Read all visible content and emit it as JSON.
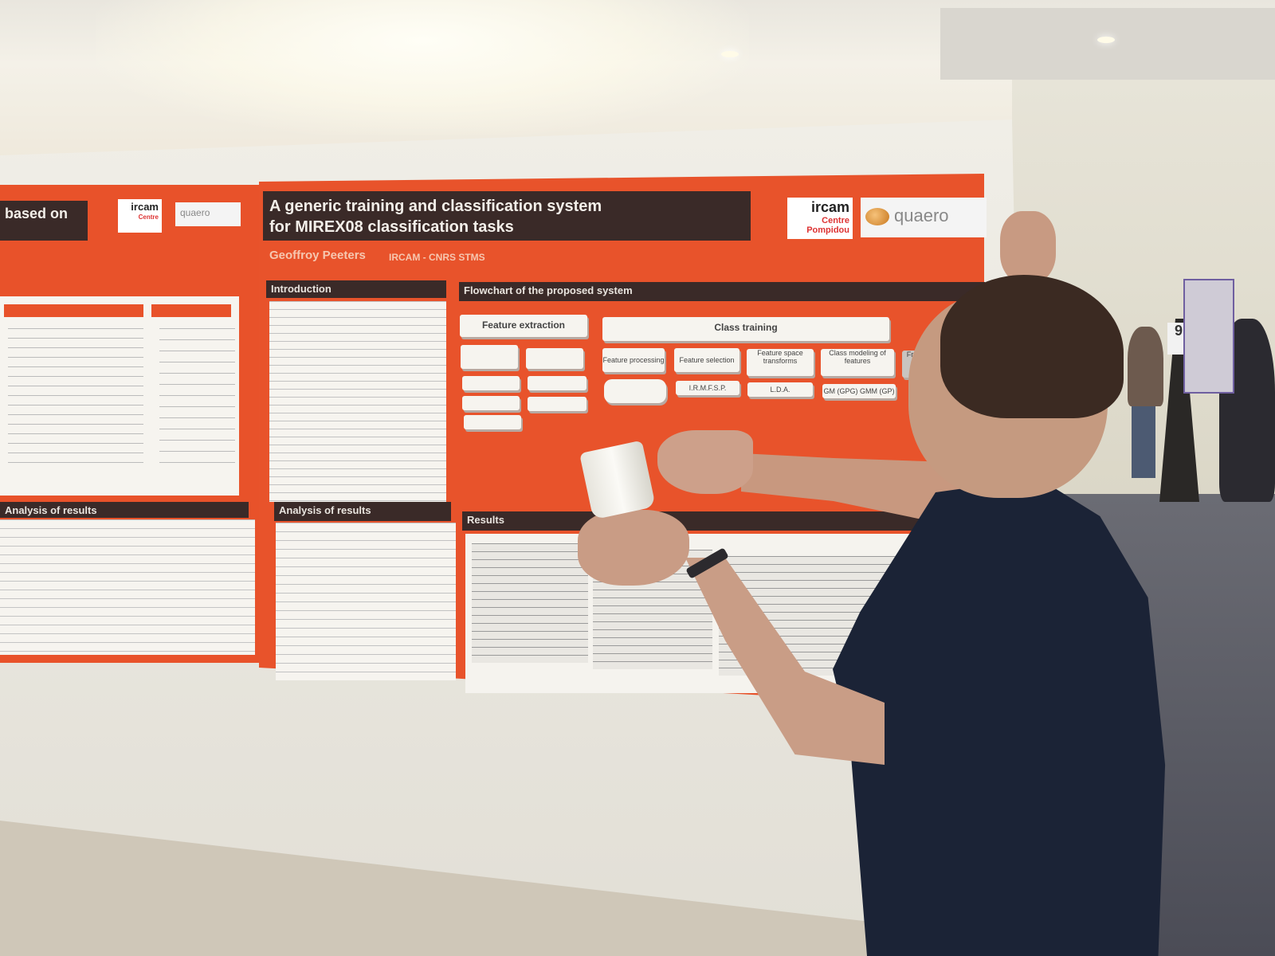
{
  "poster_left": {
    "title_fragment": "based on",
    "section_results": "Analysis of results"
  },
  "poster_main": {
    "title_line1": "A generic training and classification system",
    "title_line2": "for MIREX08 classification tasks",
    "author": "Geoffroy Peeters",
    "affiliation": "IRCAM - CNRS STMS",
    "section_intro": "Introduction",
    "section_flowchart": "Flowchart of the proposed system",
    "section_analysis": "Analysis of results",
    "section_results": "Results",
    "flow_feature_extraction": "Feature extraction",
    "flow_class_training": "Class training",
    "flow_feature_processing": "Feature processing",
    "flow_feature_selection": "Feature selection",
    "flow_feature_space": "Feature space transforms",
    "flow_class_modeling": "Class modeling of features",
    "flow_frame_state": "Frame-state modeling",
    "flow_ifgr": "I.R.M.F.S.P.",
    "flow_lda": "L.D.A.",
    "flow_gm": "GM (GPG) GMM (GP)"
  },
  "logos": {
    "ircam": "ircam",
    "ircam_sub1": "Centre",
    "ircam_sub2": "Pompidou",
    "quaero": "quaero"
  },
  "booth_number": "9"
}
